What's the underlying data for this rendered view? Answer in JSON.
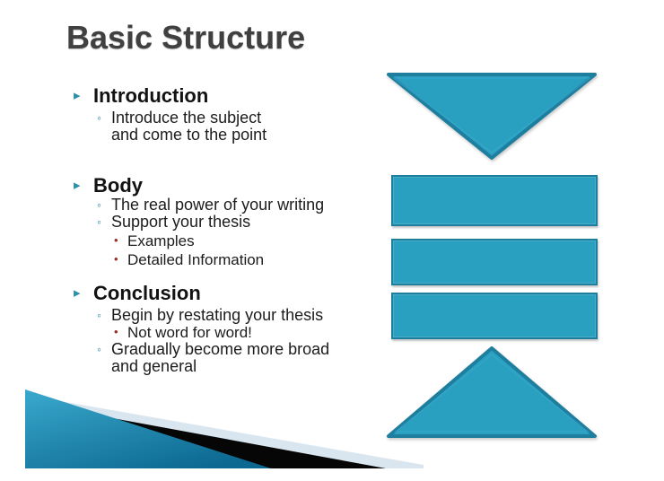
{
  "slide": {
    "title": "Basic Structure",
    "sections": [
      {
        "heading": "Introduction",
        "rows": [
          {
            "level": 2,
            "lines": [
              "Introduce the subject",
              "and come to the point"
            ]
          }
        ]
      },
      {
        "heading": "Body",
        "rows": [
          {
            "level": 2,
            "lines": [
              "The real power of your writing"
            ]
          },
          {
            "level": 2,
            "lines": [
              "Support your thesis"
            ]
          },
          {
            "level": 3,
            "lines": [
              "Examples"
            ]
          },
          {
            "level": 3,
            "lines": [
              "Detailed Information"
            ]
          }
        ]
      },
      {
        "heading": "Conclusion",
        "rows": [
          {
            "level": 2,
            "lines": [
              "Begin by restating your thesis"
            ]
          },
          {
            "level": 3,
            "lines": [
              "Not word for word!"
            ]
          },
          {
            "level": 2,
            "lines": [
              "Gradually become more broad",
              "and general"
            ]
          }
        ]
      }
    ]
  },
  "bullets": {
    "level1": {
      "glyph": "▸",
      "color": "#2e8fa9"
    },
    "level2": {
      "glyph": "◦",
      "color": "#31859c"
    },
    "level3": {
      "glyph": "•",
      "color": "#9e2b25"
    }
  },
  "diagram": {
    "fill": "#2aa0c0",
    "border": "#1e7e9e",
    "shapes": [
      {
        "name": "triangle-down"
      },
      {
        "name": "rectangle-1"
      },
      {
        "name": "rectangle-2"
      },
      {
        "name": "rectangle-3"
      },
      {
        "name": "triangle-up"
      }
    ]
  },
  "decoration": {
    "teal_start": "#3aa9cd",
    "teal_end": "#0c6890",
    "black": "#060606",
    "pale": "#d9e6f0"
  },
  "colors": {
    "title": "#404040",
    "text": "#1c1c1c",
    "background": "#ffffff"
  }
}
